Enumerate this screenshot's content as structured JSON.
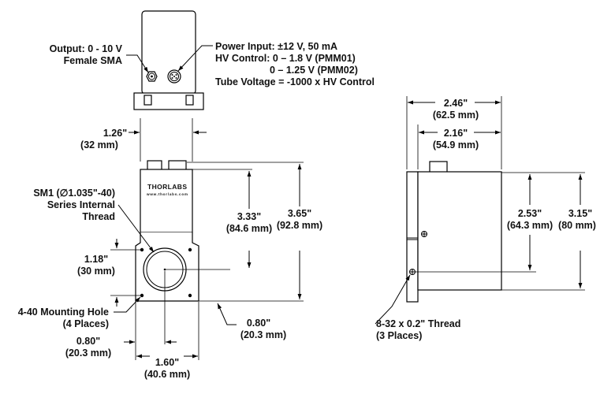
{
  "top_view": {
    "output_label": [
      "Output: 0 - 10 V",
      "Female SMA"
    ],
    "power_label": [
      "Power Input: ±12 V, 50 mA",
      "HV Control: 0 – 1.8 V (PMM01)",
      "0 – 1.25 V (PMM02)",
      "Tube Voltage = -1000 x HV Control"
    ]
  },
  "front_view": {
    "logo": "THORLABS",
    "url": "www.thorlabs.com",
    "width_top": [
      "1.26\"",
      "(32 mm)"
    ],
    "sm1_label": [
      "SM1 (∅1.035\"-40)",
      "Series Internal",
      "Thread"
    ],
    "height_inner": [
      "3.33\"",
      "(84.6 mm)"
    ],
    "height_outer": [
      "3.65\"",
      "(92.8 mm)"
    ],
    "hole_spacing": [
      "1.18\"",
      "(30 mm)"
    ],
    "mount_label": [
      "4-40 Mounting Hole",
      "(4 Places)"
    ],
    "offset_left": [
      "0.80\"",
      "(20.3 mm)"
    ],
    "offset_right": [
      "0.80\"",
      "(20.3 mm)"
    ],
    "width_bottom": [
      "1.60\"",
      "(40.6 mm)"
    ]
  },
  "side_view": {
    "width_outer": [
      "2.46\"",
      "(62.5 mm)"
    ],
    "width_inner": [
      "2.16\"",
      "(54.9 mm)"
    ],
    "height_inner": [
      "2.53\"",
      "(64.3 mm)"
    ],
    "height_outer": [
      "3.15\"",
      "(80 mm)"
    ],
    "thread_label": [
      "8-32 x 0.2\" Thread",
      "(3 Places)"
    ]
  }
}
